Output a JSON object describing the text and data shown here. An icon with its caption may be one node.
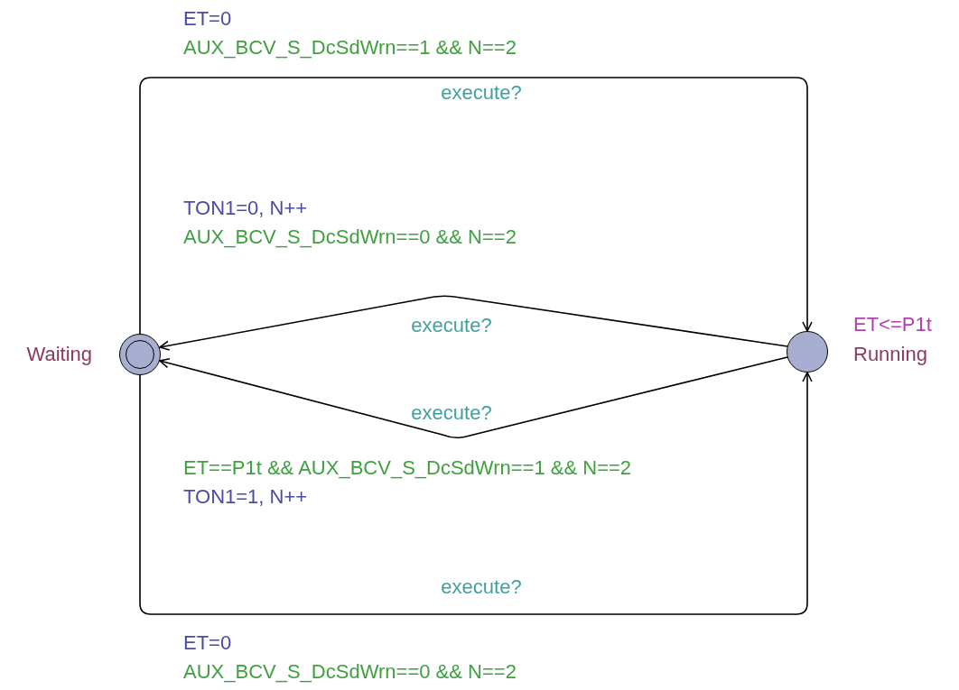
{
  "diagram": {
    "nodes": [
      {
        "text": [],
        "shape": "circle",
        "beside": [
          "Waiting"
        ]
      },
      {
        "text": [],
        "shape": "circle",
        "beside": [
          "ET<=P1t",
          "Running"
        ]
      }
    ],
    "edges": [
      {
        "from": 0,
        "to": 1,
        "arrow": "to",
        "label": "execute?"
      },
      {
        "from": 1,
        "to": 0,
        "arrow": "to",
        "label": "execute?"
      },
      {
        "from": 1,
        "to": 0,
        "arrow": "to",
        "label": "execute?"
      },
      {
        "from": 0,
        "to": 1,
        "arrow": "to",
        "label": "execute?"
      }
    ],
    "labels": [
      "ET=0",
      "AUX_BCV_S_DcSdWrn==1 && N==2",
      "TON1=0, N++",
      "AUX_BCV_S_DcSdWrn==0 && N==2",
      "ET==P1t && AUX_BCV_S_DcSdWrn==1 && N==2",
      "TON1=1, N++",
      "ET=0",
      "AUX_BCV_S_DcSdWrn==0 && N==2"
    ]
  }
}
